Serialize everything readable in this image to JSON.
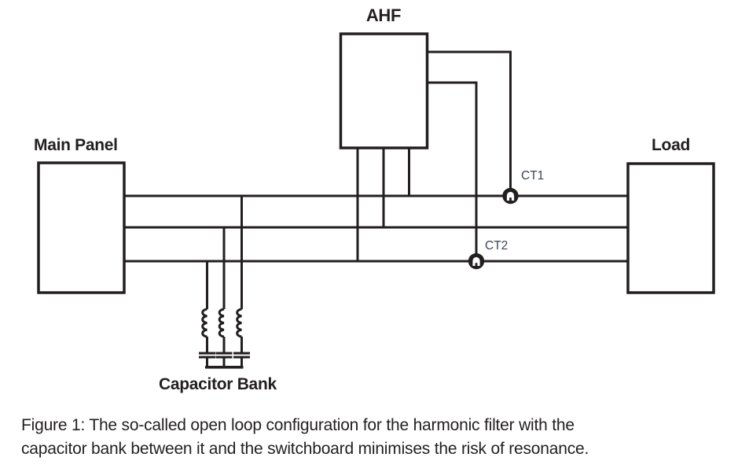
{
  "figure": {
    "labels": {
      "ahf": "AHF",
      "main_panel": "Main Panel",
      "load": "Load",
      "capacitor_bank": "Capacitor Bank",
      "ct1": "CT1",
      "ct2": "CT2"
    },
    "caption": {
      "line1": "Figure 1: The so-called open loop configuration for the harmonic filter with the",
      "line2": "capacitor bank between it and the switchboard minimises the risk of resonance."
    },
    "colors": {
      "ink": "#231f20",
      "ct_label": "#3d4653",
      "background": "#ffffff"
    }
  }
}
